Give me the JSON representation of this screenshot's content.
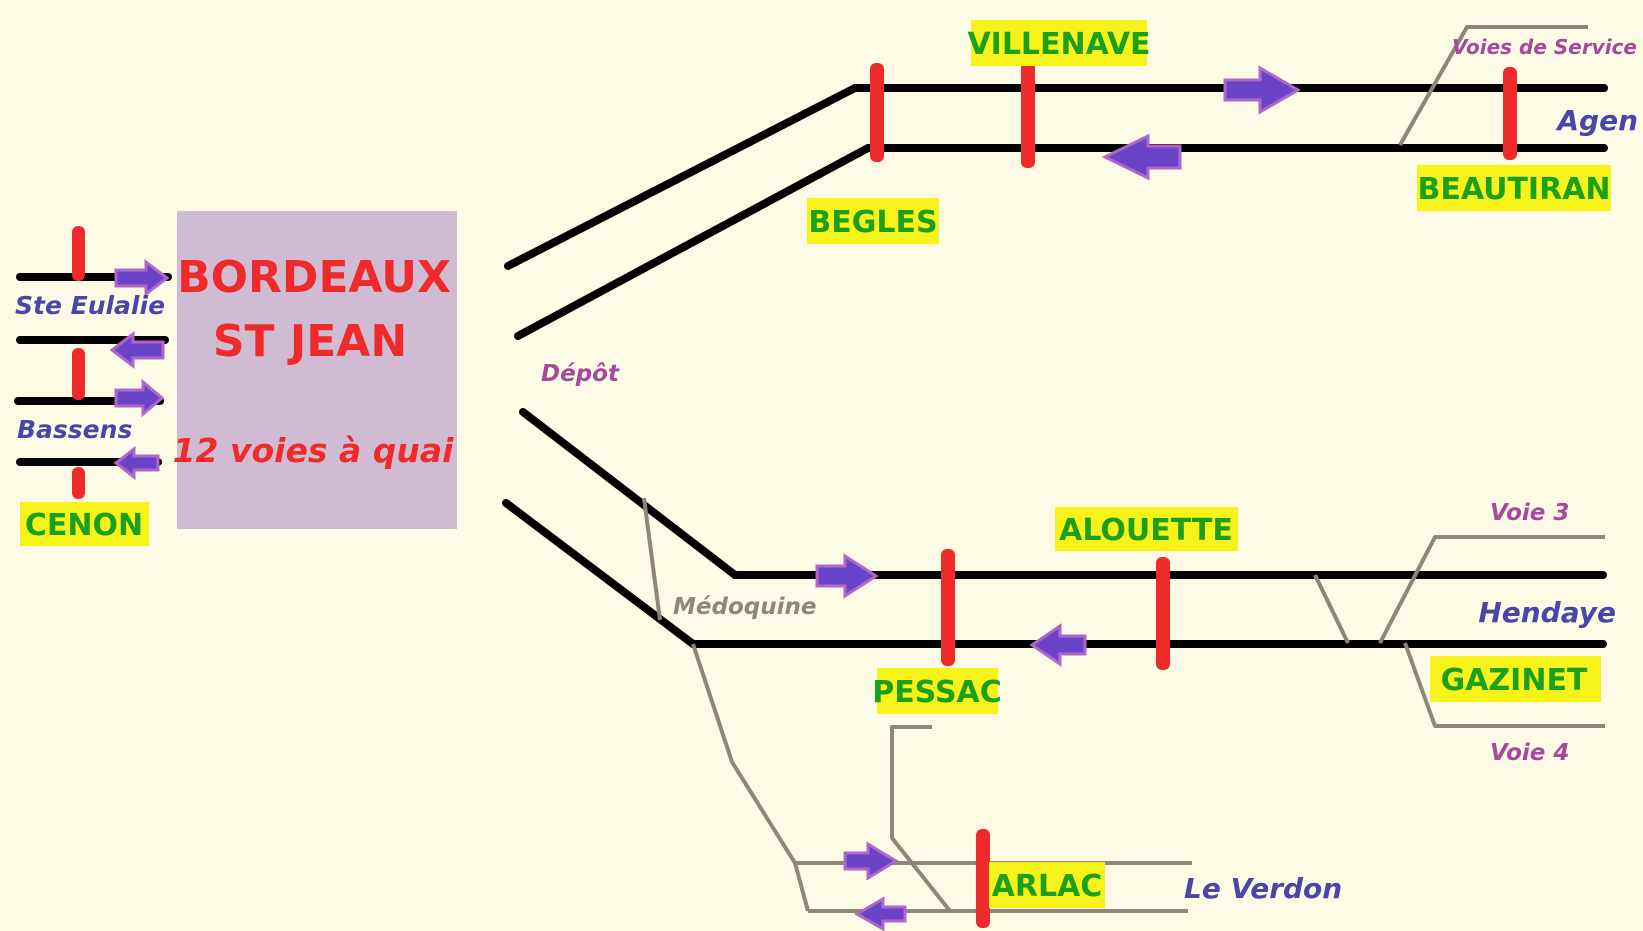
{
  "hub": {
    "name_line1": "BORDEAUX",
    "name_line2": "ST JEAN",
    "platforms": "12 voies à quai"
  },
  "stations": {
    "villenave": "VILLENAVE",
    "begles": "BEGLES",
    "beautiran": "BEAUTIRAN",
    "cenon": "CENON",
    "alouette": "ALOUETTE",
    "pessac": "PESSAC",
    "gazinet": "GAZINET",
    "arlac": "ARLAC"
  },
  "destinations": {
    "agen": "Agen",
    "hendaye": "Hendaye",
    "le_verdon": "Le Verdon",
    "ste_eulalie": "Ste Eulalie",
    "bassens": "Bassens"
  },
  "other_labels": {
    "voies_service": "Voies de Service",
    "depot": "Dépôt",
    "medoquine": "Médoquine",
    "voie_3": "Voie 3",
    "voie_4": "Voie 4"
  },
  "colors": {
    "background": "#fdfbe6",
    "station_text": "#1aa01a",
    "station_highlight": "#f7f21a",
    "hub_box": "#d0bcd2",
    "hub_text": "#ee2a2a",
    "destination_text": "#4a46a8",
    "misc_text": "#a6489c",
    "spur_line": "#8f8578",
    "signal": "#ee2a2a",
    "arrow_fill": "#6b43c8",
    "arrow_outline": "#b068c8"
  }
}
